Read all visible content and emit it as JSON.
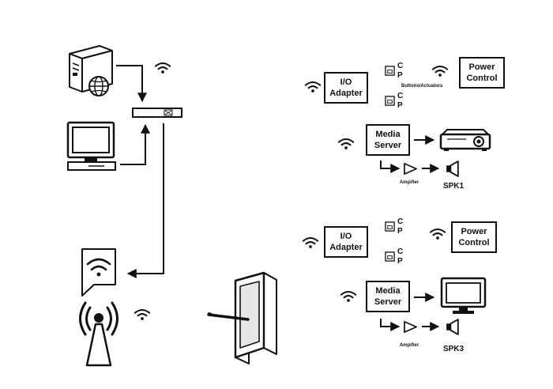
{
  "colors": {
    "stroke": "#111111",
    "background": "#ffffff",
    "panel_screen": "#e6e6e6"
  },
  "icons": [
    "server-globe-icon",
    "router-icon",
    "desktop-computer-icon",
    "wifi-bubble-icon",
    "antenna-tower-icon",
    "wifi-icon",
    "tablet-stylus-icon",
    "button-icon",
    "projector-icon",
    "monitor-icon",
    "amplifier-icon",
    "speaker-icon"
  ],
  "sys1": {
    "io_line1": "I/O",
    "io_line2": "Adapter",
    "c1": "C",
    "p1": "P",
    "c2": "C",
    "p2": "P",
    "buttons_label": "Buttons/Actuators",
    "power_line1": "Power",
    "power_line2": "Control",
    "media_line1": "Media",
    "media_line2": "Server",
    "amp_label": "Ampifier",
    "spk_label": "SPK1"
  },
  "sys2": {
    "io_line1": "I/O",
    "io_line2": "Adapter",
    "c1": "C",
    "p1": "P",
    "c2": "C",
    "p2": "P",
    "power_line1": "Power",
    "power_line2": "Control",
    "media_line1": "Media",
    "media_line2": "Server",
    "amp_label": "Ampifier",
    "spk_label": "SPK3"
  }
}
